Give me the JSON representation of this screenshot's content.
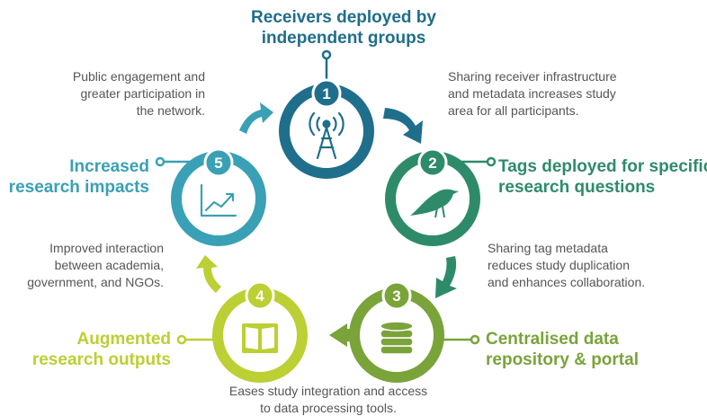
{
  "colors": {
    "step1": "#1f6e8c",
    "step2": "#2e8b6a",
    "step3": "#7aa33a",
    "step4": "#bccf33",
    "step5": "#3aa0b5",
    "text": "#555555"
  },
  "steps": [
    {
      "number": "1",
      "title_lines": [
        "Receivers deployed by",
        "independent groups"
      ],
      "icon": "radio-tower-icon"
    },
    {
      "number": "2",
      "title_lines": [
        "Tags deployed for specific",
        "research questions"
      ],
      "icon": "bird-icon"
    },
    {
      "number": "3",
      "title_lines": [
        "Centralised data",
        "repository & portal"
      ],
      "icon": "database-icon"
    },
    {
      "number": "4",
      "title_lines": [
        "Augmented",
        "research outputs"
      ],
      "icon": "book-icon"
    },
    {
      "number": "5",
      "title_lines": [
        "Increased",
        "research impacts"
      ],
      "icon": "chart-trend-icon"
    }
  ],
  "transitions": [
    {
      "from": "1",
      "to": "2",
      "text_lines": [
        "Sharing receiver infrastructure",
        "and metadata increases study",
        "area for all participants."
      ]
    },
    {
      "from": "2",
      "to": "3",
      "text_lines": [
        "Sharing tag metadata",
        "reduces study duplication",
        "and enhances collaboration."
      ]
    },
    {
      "from": "3",
      "to": "4",
      "text_lines": [
        "Eases study integration and access",
        "to data processing tools."
      ]
    },
    {
      "from": "4",
      "to": "5",
      "text_lines": [
        "Improved interaction",
        "between academia,",
        "government, and NGOs."
      ]
    },
    {
      "from": "5",
      "to": "1",
      "text_lines": [
        "Public engagement and",
        "greater participation in",
        "the network."
      ]
    }
  ]
}
